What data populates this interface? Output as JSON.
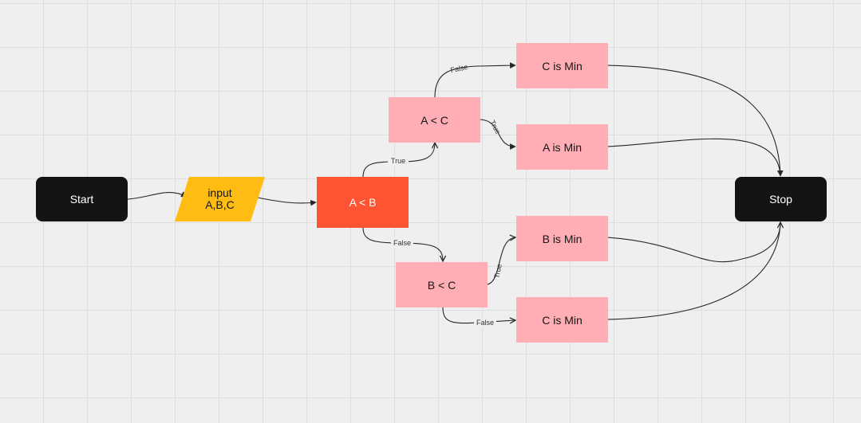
{
  "colors": {
    "terminal": "#141414",
    "io": "#ffbd13",
    "decision_main": "#ff5434",
    "process": "#ffaeb5",
    "connector": "#262626"
  },
  "nodes": {
    "start": "Start",
    "input_line1": "input",
    "input_line2": "A,B,C",
    "a_lt_b": "A < B",
    "a_lt_c": "A < C",
    "b_lt_c": "B < C",
    "c_is_min_top": "C is Min",
    "a_is_min": "A is Min",
    "b_is_min": "B is Min",
    "c_is_min_bottom": "C is Min",
    "stop": "Stop"
  },
  "edge_labels": {
    "ab_true": "True",
    "ab_false": "False",
    "ac_false": "False",
    "ac_true": "True",
    "bc_true": "True",
    "bc_false": "False"
  }
}
